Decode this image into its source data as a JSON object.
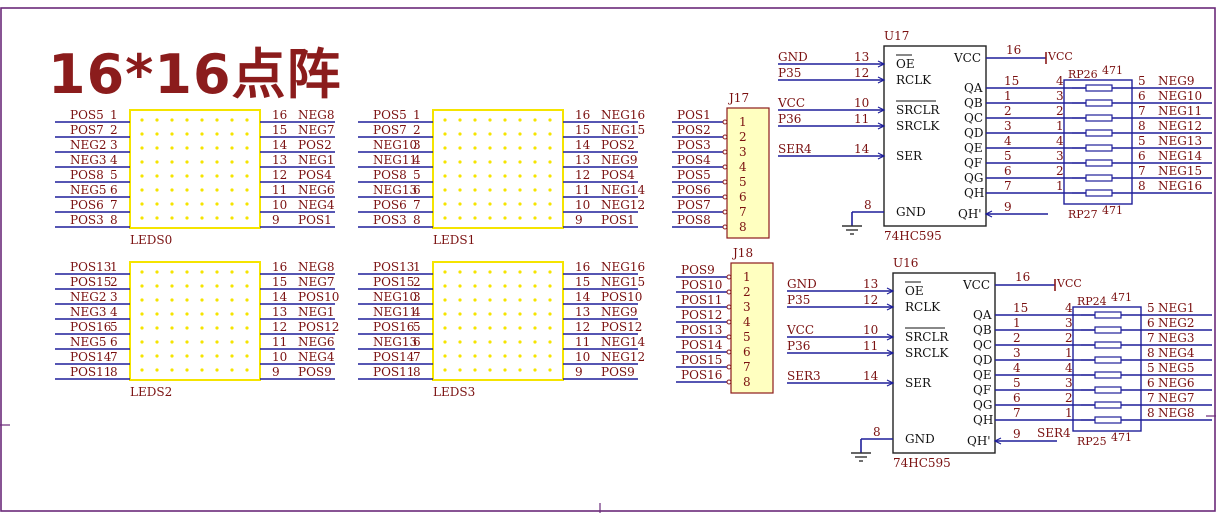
{
  "title": "16*16点阵",
  "colors": {
    "wire": "#1f1f9a",
    "label": "#7a1010",
    "part_fill": "#ffffc0",
    "part_stroke": "#8b1c1c",
    "led_box": "#f5e400",
    "border": "#6b2a7a"
  },
  "leds": [
    {
      "name": "LEDS0",
      "left": [
        "POS5",
        "POS7",
        "NEG2",
        "NEG3",
        "POS8",
        "NEG5",
        "POS6",
        "POS3"
      ],
      "right": [
        "NEG8",
        "NEG7",
        "POS2",
        "NEG1",
        "POS4",
        "NEG6",
        "NEG4",
        "POS1"
      ]
    },
    {
      "name": "LEDS1",
      "left": [
        "POS5",
        "POS7",
        "NEG10",
        "NEG11",
        "POS8",
        "NEG13",
        "POS6",
        "POS3"
      ],
      "right": [
        "NEG16",
        "NEG15",
        "POS2",
        "NEG9",
        "POS4",
        "NEG14",
        "NEG12",
        "POS1"
      ]
    },
    {
      "name": "LEDS2",
      "left": [
        "POS13",
        "POS15",
        "NEG2",
        "NEG3",
        "POS16",
        "NEG5",
        "POS14",
        "POS11"
      ],
      "right": [
        "NEG8",
        "NEG7",
        "POS10",
        "NEG1",
        "POS12",
        "NEG6",
        "NEG4",
        "POS9"
      ]
    },
    {
      "name": "LEDS3",
      "left": [
        "POS13",
        "POS15",
        "NEG10",
        "NEG11",
        "POS16",
        "NEG13",
        "POS14",
        "POS11"
      ],
      "right": [
        "NEG16",
        "NEG15",
        "POS10",
        "NEG9",
        "POS12",
        "NEG14",
        "NEG12",
        "POS9"
      ]
    }
  ],
  "led_pins_left": [
    "1",
    "2",
    "3",
    "4",
    "5",
    "6",
    "7",
    "8"
  ],
  "led_pins_right": [
    "16",
    "15",
    "14",
    "13",
    "12",
    "11",
    "10",
    "9"
  ],
  "connectors": [
    {
      "name": "J17",
      "nets": [
        "POS1",
        "POS2",
        "POS3",
        "POS4",
        "POS5",
        "POS6",
        "POS7",
        "POS8"
      ]
    },
    {
      "name": "J18",
      "nets": [
        "POS9",
        "POS10",
        "POS11",
        "POS12",
        "POS13",
        "POS14",
        "POS15",
        "POS16"
      ]
    }
  ],
  "conn_pins": [
    "1",
    "2",
    "3",
    "4",
    "5",
    "6",
    "7",
    "8"
  ],
  "chips": [
    {
      "ref": "U17",
      "part": "74HC595",
      "ser": "SER4",
      "qh_net": "",
      "rp_top": "RP26",
      "rp_bot": "RP27",
      "rp_val": "471",
      "outs": [
        "NEG9",
        "NEG10",
        "NEG11",
        "NEG12",
        "NEG13",
        "NEG14",
        "NEG15",
        "NEG16"
      ]
    },
    {
      "ref": "U16",
      "part": "74HC595",
      "ser": "SER3",
      "qh_net": "SER4",
      "rp_top": "RP24",
      "rp_bot": "RP25",
      "rp_val": "471",
      "outs": [
        "NEG1",
        "NEG2",
        "NEG3",
        "NEG4",
        "NEG5",
        "NEG6",
        "NEG7",
        "NEG8"
      ]
    }
  ],
  "chip_nets": {
    "gnd": "GND",
    "vcc": "VCC",
    "p35": "P35",
    "p36": "P36"
  },
  "chip_left_pins": {
    "oe": "OE",
    "rclk": "RCLK",
    "srclr": "SRCLR",
    "srclk": "SRCLK",
    "ser": "SER",
    "gnd": "GND"
  },
  "chip_pin_numbers": {
    "oe": "13",
    "rclk": "12",
    "srclr": "10",
    "srclk": "11",
    "ser": "14",
    "gnd": "8",
    "vcc": "16",
    "qa": "15",
    "qh2": "9"
  },
  "chip_right_pins": [
    "QA",
    "QB",
    "QC",
    "QD",
    "QE",
    "QF",
    "QG",
    "QH"
  ],
  "chip_vcc_label": "VCC",
  "chip_qh2_label": "QH'",
  "q_pin_numbers": [
    "15",
    "1",
    "2",
    "3",
    "4",
    "5",
    "6",
    "7"
  ],
  "rp_left_pins": [
    "4",
    "3",
    "2",
    "1",
    "4",
    "3",
    "2",
    "1"
  ],
  "rp_right_pins": [
    "5",
    "6",
    "7",
    "8",
    "5",
    "6",
    "7",
    "8"
  ]
}
